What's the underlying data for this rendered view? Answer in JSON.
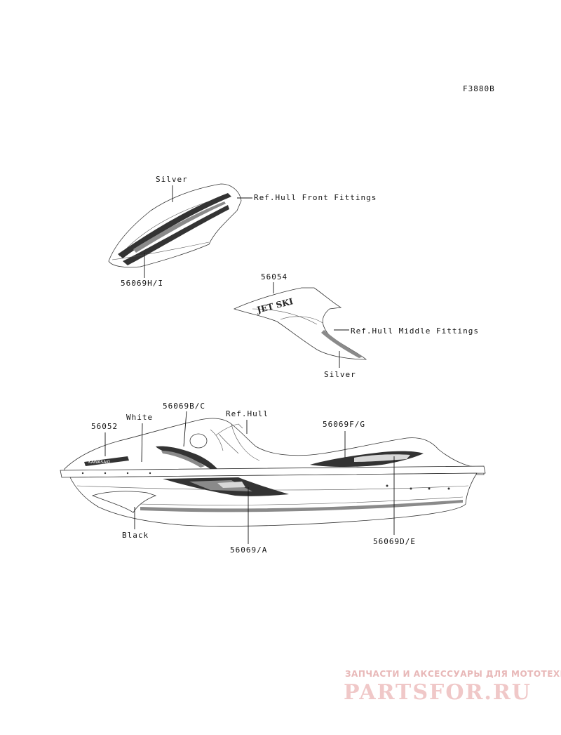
{
  "diagram_code": "F3880B",
  "labels": {
    "silver_top": "Silver",
    "ref_hull_front": "Ref.Hull Front Fittings",
    "part_56069hi": "56069H/I",
    "part_56054": "56054",
    "ref_hull_middle": "Ref.Hull Middle Fittings",
    "silver_mid": "Silver",
    "part_56069bc": "56069B/C",
    "white": "White",
    "ref_hull": "Ref.Hull",
    "part_56052": "56052",
    "part_56069fg": "56069F/G",
    "black": "Black",
    "part_56069a": "56069/A",
    "part_56069de": "56069D/E"
  },
  "decal_text": {
    "jetski": "JET SKI",
    "kawasaki": "KAWASAKI"
  },
  "watermark": {
    "tagline": "ЗАПЧАСТИ И АКСЕССУАРЫ ДЛЯ МОТОТЕХНИКИ",
    "brand": "PARTSFOR.RU"
  },
  "colors": {
    "line": "#222222",
    "watermark": "#e8b8b8"
  }
}
